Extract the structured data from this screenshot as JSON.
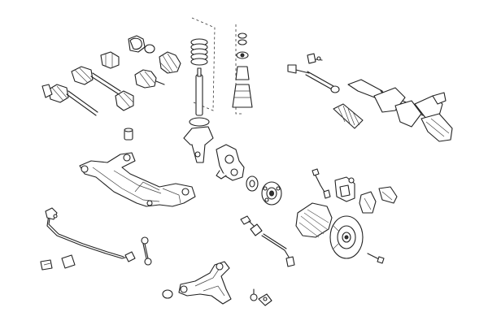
{
  "diagram": {
    "type": "exploded-parts-diagram",
    "colors": {
      "line": "#222222",
      "background": "#ffffff"
    },
    "components": [
      "cv-boot-kit",
      "cv-boot-kit-small",
      "drive-shaft-left",
      "drive-shaft-right",
      "shock-absorber",
      "coil-spring",
      "strut-mount",
      "bump-stop",
      "dust-boot",
      "tie-rod-end",
      "inner-tie-rod",
      "steering-rack",
      "rack-boot",
      "front-subframe",
      "stabilizer-bar",
      "stabilizer-link",
      "steering-knuckle",
      "wheel-bearing",
      "wheel-hub",
      "brake-disc",
      "brake-shield",
      "brake-caliper",
      "brake-pads",
      "abs-sensor",
      "lower-control-arm",
      "ball-joint",
      "bushing"
    ]
  }
}
